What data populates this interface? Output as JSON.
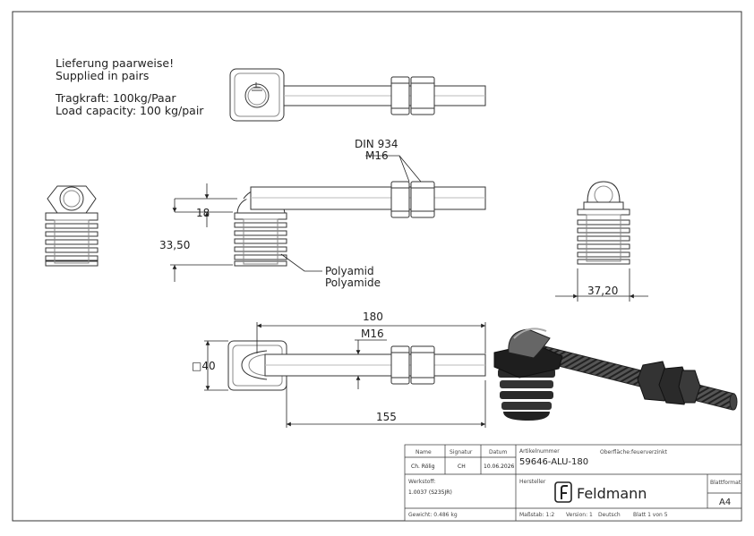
{
  "notes": {
    "line1": "Lieferung paarweise!",
    "line2": "Supplied in pairs",
    "line3": "Tragkraft: 100kg/Paar",
    "line4": "Load capacity: 100 kg/pair"
  },
  "callouts": {
    "din": "DIN 934",
    "m16_top": "M16",
    "polyamid": "Polyamid",
    "polyamide": "Polyamide",
    "m16_bottom": "M16"
  },
  "dimensions": {
    "d18": "18",
    "d33_50": "33,50",
    "d37_20": "37,20",
    "d180": "180",
    "d155": "155",
    "d40": "□40"
  },
  "title_block": {
    "name_label": "Name",
    "signature_label": "Signatur",
    "date_label": "Datum",
    "name_value": "Ch. Rölig",
    "signature_value": "CH",
    "date_value": "10.06.2026",
    "article_label": "Artikelnummer",
    "article_value": "59646-ALU-180",
    "surface_label": "Oberfläche:",
    "surface_value": "feuerverzinkt",
    "material_label": "Werkstoff:",
    "material_value": "1.0037 (S235JR)",
    "manufacturer_label": "Hersteller",
    "brand": "Feldmann",
    "format_label": "Blattformat",
    "format_value": "A4",
    "weight": "Gewicht: 0.486 kg",
    "scale": "Maßstab: 1:2",
    "version": "Version: 1",
    "language": "Deutsch",
    "sheet": "Blatt 1 von 5"
  }
}
